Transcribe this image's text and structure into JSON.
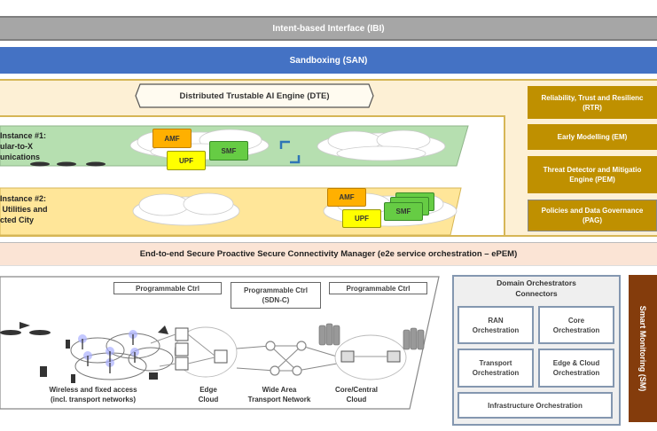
{
  "layers": {
    "ibi": "Intent-based Interface (IBI)",
    "san": "Sandboxing (SAN)",
    "dte": "Distributed Trustable AI Engine (DTE)",
    "epem": "End-to-end Secure Proactive Secure Connectivity Manager (e2e service orchestration – ePEM)"
  },
  "instances": [
    {
      "label": "Instance #1:\nular-to-X\nunications",
      "color": "#b6dfb0",
      "functions": [
        "AMF",
        "UPF",
        "SMF"
      ]
    },
    {
      "label": "Instance #2:\n Utilities and\ncted City",
      "color": "#ffe699",
      "functions": [
        "AMF",
        "UPF",
        "SMF"
      ]
    }
  ],
  "side_modules": [
    {
      "line1": "Reliability, Trust and Resilienc",
      "line2": "(RTR)"
    },
    {
      "line1": "Early Modelling (EM)",
      "line2": ""
    },
    {
      "line1": "Threat Detector and Mitigatio",
      "line2": "Engine (PEM)"
    },
    {
      "line1": "Policies and Data Governance",
      "line2": "(PAG)"
    }
  ],
  "network": {
    "controllers": [
      {
        "line1": "Programmable Ctrl",
        "line2": ""
      },
      {
        "line1": "Programmable Ctrl",
        "line2": "(SDN-C)"
      },
      {
        "line1": "Programmable Ctrl",
        "line2": ""
      }
    ],
    "segments": [
      {
        "line1": "Wireless and fixed access",
        "line2": "(incl. transport networks)"
      },
      {
        "line1": "Edge",
        "line2": "Cloud"
      },
      {
        "line1": "Wide Area",
        "line2": "Transport Network"
      },
      {
        "line1": "Core/Central",
        "line2": "Cloud"
      }
    ]
  },
  "domain_orchestrators": {
    "title_line1": "Domain Orchestrators",
    "title_line2": "Connectors",
    "items": [
      {
        "line1": "RAN",
        "line2": "Orchestration"
      },
      {
        "line1": "Core",
        "line2": "Orchestration"
      },
      {
        "line1": "Transport",
        "line2": "Orchestration"
      },
      {
        "line1": "Edge & Cloud",
        "line2": "Orchestration"
      }
    ],
    "infrastructure": "Infrastructure Orchestration"
  },
  "smart_monitoring": "Smart Monitoring (SM)",
  "colors": {
    "ibi": "#a6a6a6",
    "san": "#4472c4",
    "dte_bg": "#fdf0d5",
    "side": "#bf9000",
    "epem": "#fbe4d5",
    "sm": "#843c0c"
  }
}
